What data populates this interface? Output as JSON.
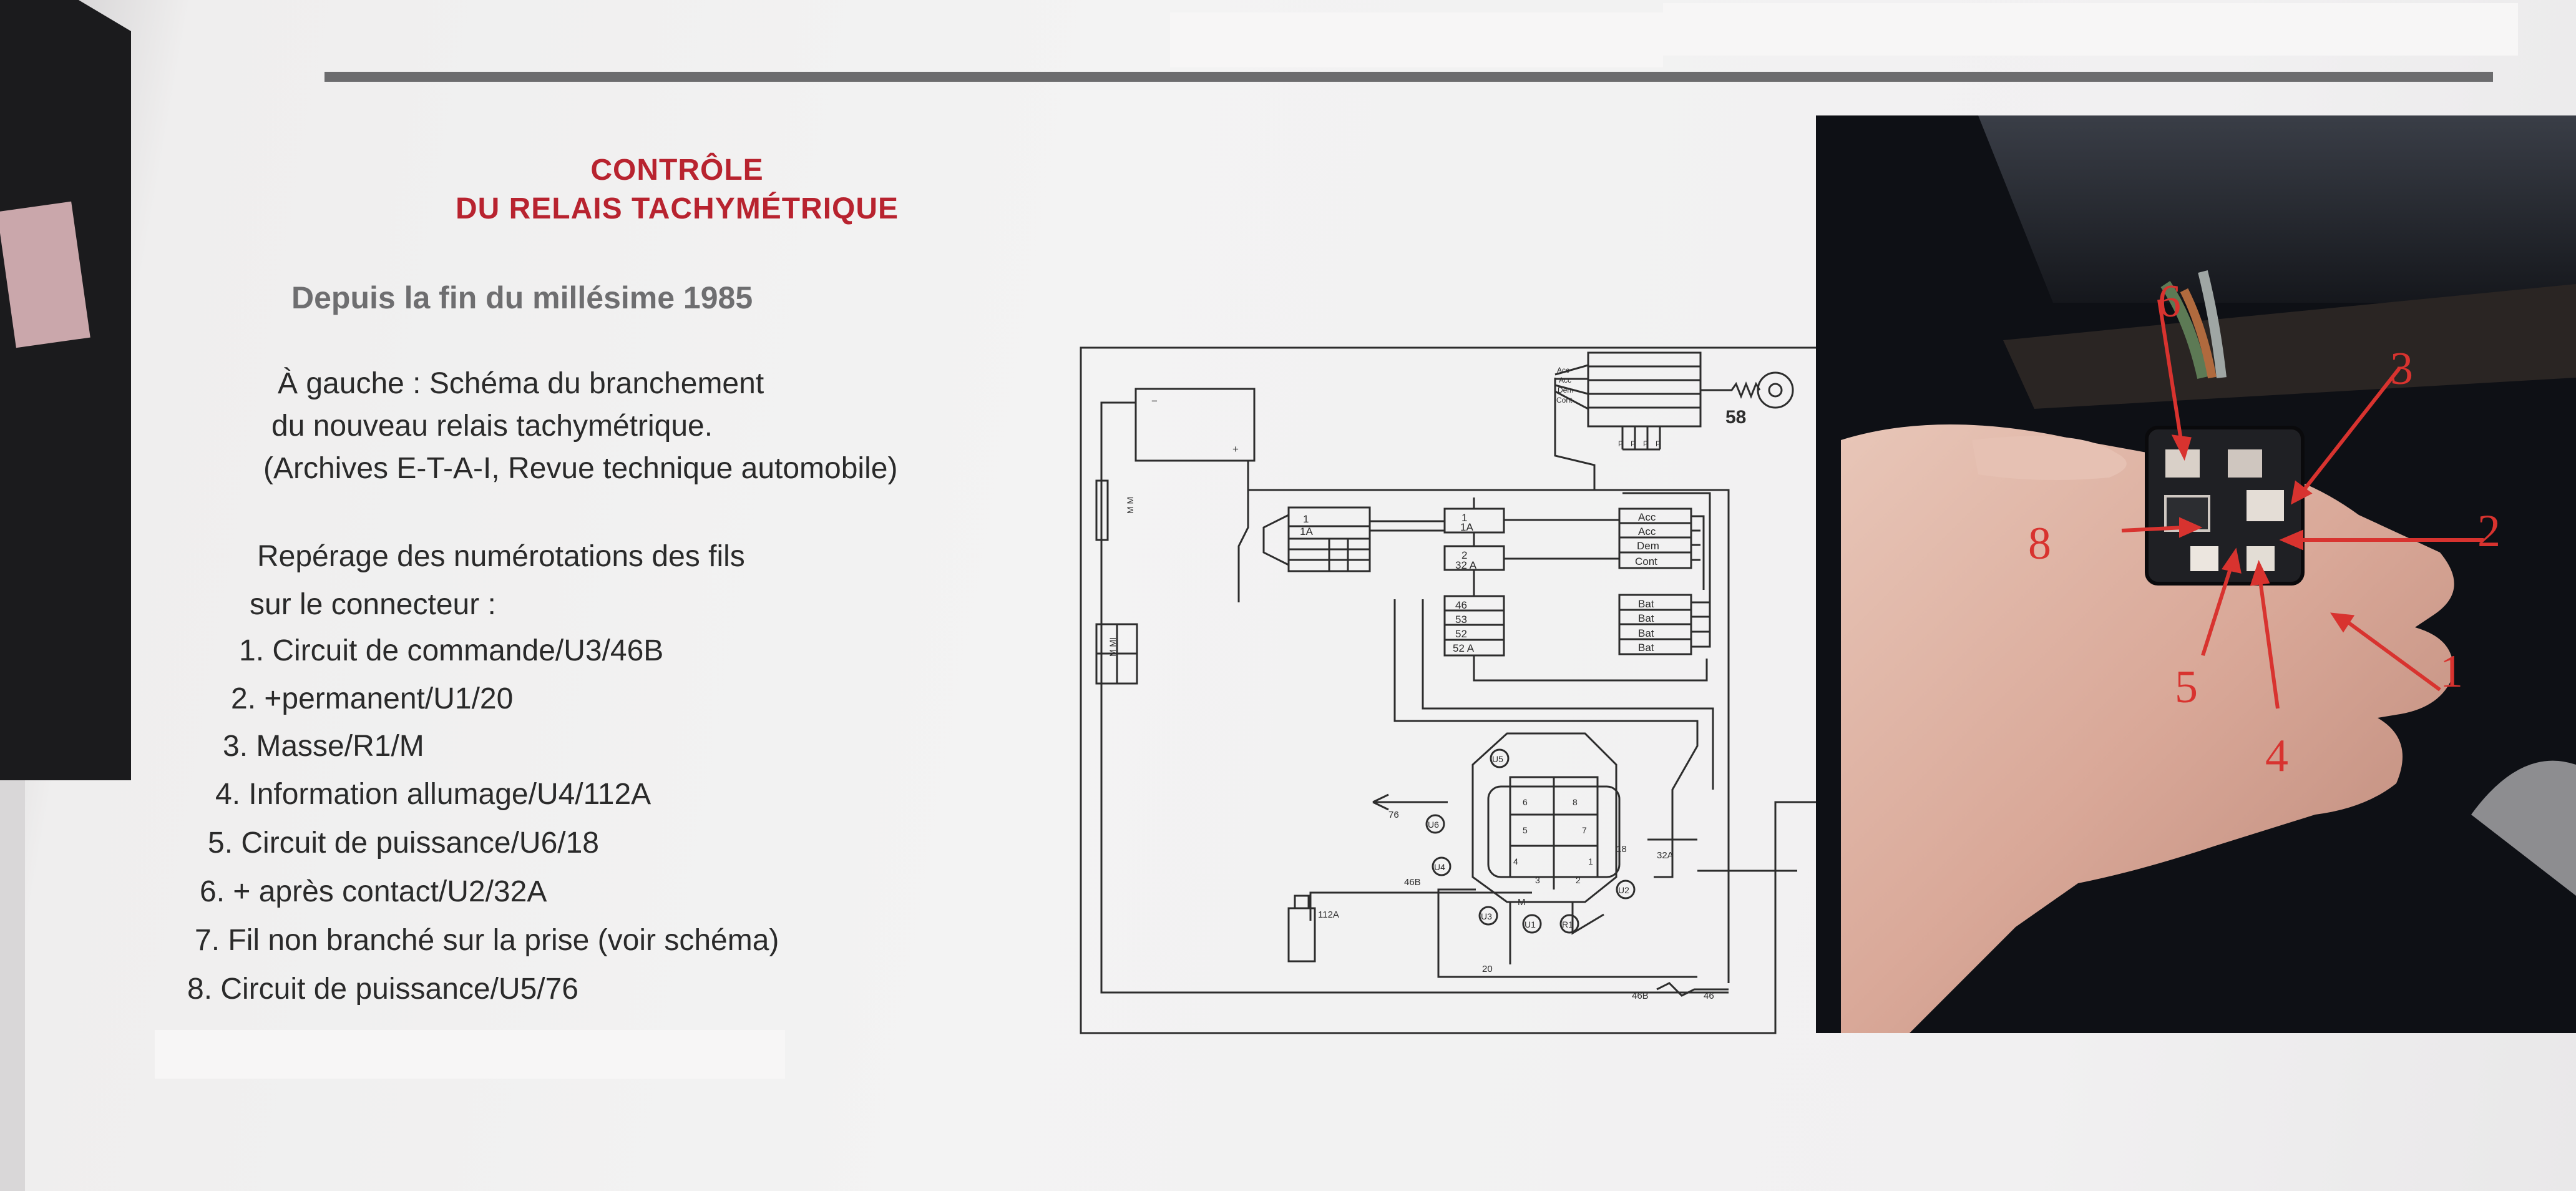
{
  "heading": {
    "title_line1": "CONTRÔLE",
    "title_line2": "DU RELAIS TACHYMÉTRIQUE",
    "subtitle": "Depuis la fin du millésime 1985"
  },
  "caption": {
    "lines": [
      "À gauche : Schéma du branchement",
      "du nouveau relais tachymétrique.",
      "(Archives E-T-A-I, Revue technique automobile)"
    ]
  },
  "wiring": {
    "intro_lines": [
      "Repérage des numérotations des fils",
      "sur le connecteur :"
    ],
    "items": [
      "1. Circuit de commande/U3/46B",
      "2. +permanent/U1/20",
      "3. Masse/R1/M",
      "4. Information allumage/U4/112A",
      "5. Circuit de puissance/U6/18",
      "6. + après contact/U2/32A",
      "7. Fil non branché sur la prise (voir schéma)",
      "8. Circuit de puissance/U5/76"
    ]
  },
  "schematic": {
    "battery_minus": "−",
    "battery_plus": "+",
    "mm_label": "M M",
    "mi_label": "M  MI",
    "relay_a": [
      "1",
      "1A"
    ],
    "fuse_labels": [
      "1",
      "1A",
      "2",
      "32 A",
      "46",
      "53",
      "52",
      "52 A"
    ],
    "acc_labels": [
      "Acc",
      "Acc",
      "Dem",
      "Cont"
    ],
    "bat_labels": [
      "Bat",
      "Bat",
      "Bat",
      "Bat"
    ],
    "switch_top": [
      "Acc",
      "Acc",
      "Dem",
      "Cont"
    ],
    "switch_bottom": [
      "P",
      "P",
      "P",
      "P"
    ],
    "switch_number": "58",
    "wire_76": "76",
    "wire_18": "18",
    "wire_32a": "32A",
    "wire_46b": "46B",
    "wire_112a": "112A",
    "wire_20": "20",
    "wire_m": "M",
    "wire_46b_bottom": "46B",
    "wire_46": "46",
    "connector_labels": [
      "U5",
      "U6",
      "U4",
      "U3",
      "U1",
      "R1",
      "U2"
    ],
    "pin_labels": [
      "6",
      "8",
      "7",
      "5",
      "4",
      "3",
      "2",
      "1"
    ]
  },
  "photo_labels": [
    "6",
    "3",
    "8",
    "2",
    "5",
    "4",
    "1"
  ],
  "colors": {
    "title_red": "#b8232f",
    "annotation_red": "#d8332f",
    "ink": "#2a2a2a"
  }
}
